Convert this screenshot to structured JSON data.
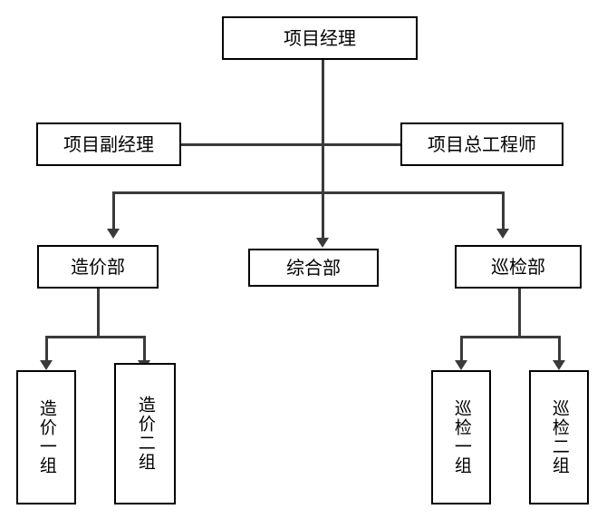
{
  "diagram": {
    "type": "org-chart",
    "title": "",
    "nodes": [
      {
        "id": "pm",
        "label": "项目经理",
        "level": 1
      },
      {
        "id": "deputy-pm",
        "label": "项目副经理",
        "level": 2
      },
      {
        "id": "chief-engineer",
        "label": "项目总工程师",
        "level": 2
      },
      {
        "id": "cost-dept",
        "label": "造价部",
        "level": 3
      },
      {
        "id": "general-dept",
        "label": "综合部",
        "level": 3
      },
      {
        "id": "inspect-dept",
        "label": "巡检部",
        "level": 3
      },
      {
        "id": "cost-team-1",
        "label": "造价一组",
        "level": 4
      },
      {
        "id": "cost-team-2",
        "label": "造价二组",
        "level": 4
      },
      {
        "id": "inspect-team-1",
        "label": "巡检一组",
        "level": 4
      },
      {
        "id": "inspect-team-2",
        "label": "巡检二组",
        "level": 4
      }
    ],
    "edges": [
      {
        "from": "pm",
        "to": "general-dept"
      },
      {
        "from": "pm",
        "to": "deputy-pm"
      },
      {
        "from": "pm",
        "to": "chief-engineer"
      },
      {
        "from": "pm",
        "to": "cost-dept"
      },
      {
        "from": "pm",
        "to": "inspect-dept"
      },
      {
        "from": "cost-dept",
        "to": "cost-team-1"
      },
      {
        "from": "cost-dept",
        "to": "cost-team-2"
      },
      {
        "from": "inspect-dept",
        "to": "inspect-team-1"
      },
      {
        "from": "inspect-dept",
        "to": "inspect-team-2"
      }
    ],
    "colors": {
      "node_border": "#000000",
      "node_fill": "#ffffff",
      "line": "#3a3a3a",
      "text": "#000000",
      "background": "#ffffff"
    }
  }
}
